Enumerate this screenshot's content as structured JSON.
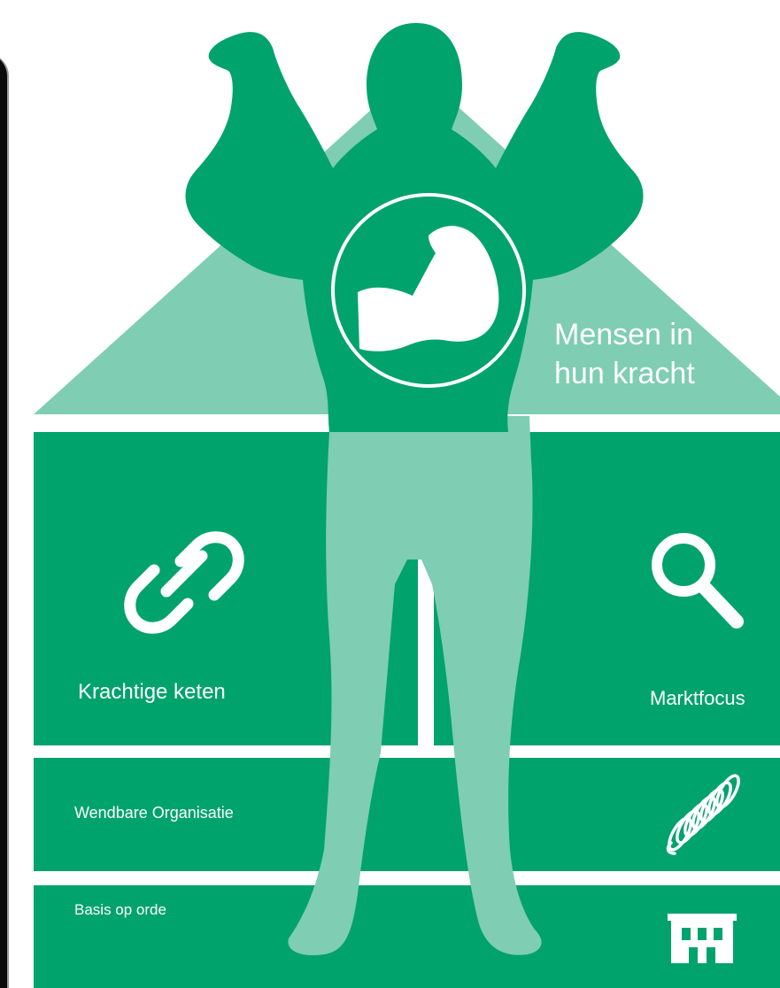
{
  "colors": {
    "green": "#00a36c",
    "light_green": "#7fcdb2",
    "white": "#ffffff"
  },
  "roof": {
    "label_line1": "Mensen in",
    "label_line2": "hun kracht",
    "icon": "flexed-biceps-icon"
  },
  "pillars": [
    {
      "label": "Krachtige keten",
      "icon": "chain-link-icon"
    },
    {
      "label": "Marktfocus",
      "icon": "magnifier-icon"
    }
  ],
  "layers": [
    {
      "label": "Wendbare Organisatie",
      "icon": "spring-coil-icon"
    },
    {
      "label": "Basis op orde",
      "icon": "building-icon"
    }
  ]
}
